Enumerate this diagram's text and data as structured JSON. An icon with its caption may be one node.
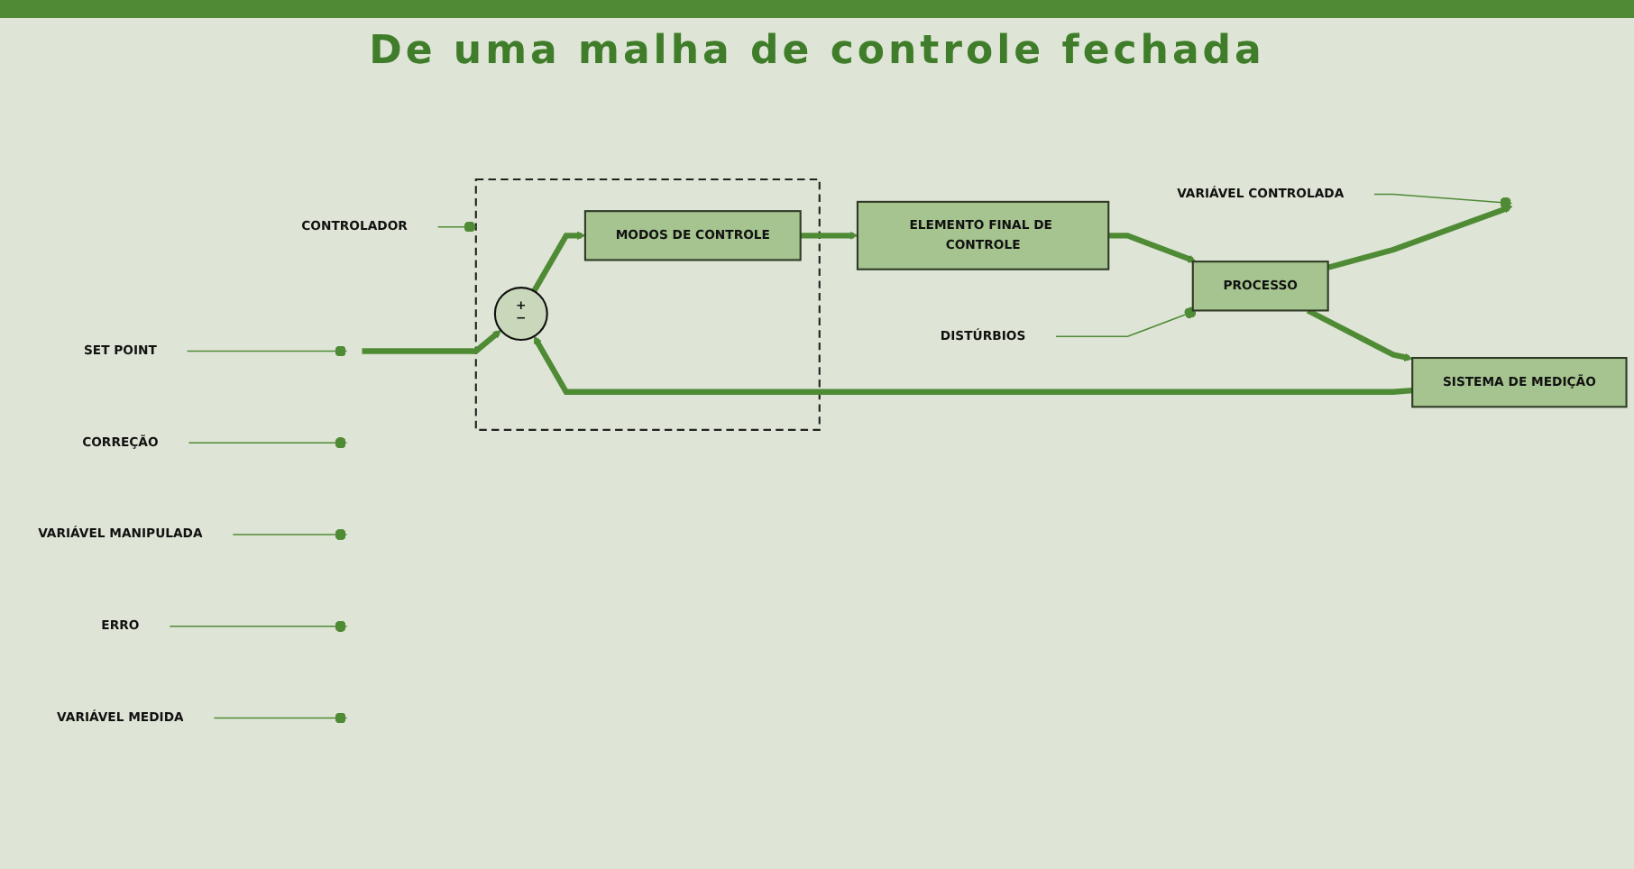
{
  "diagram": {
    "title": "De uma malha de controle fechada",
    "nodes": [
      {
        "text": [
          "SET POINT"
        ]
      },
      {
        "text": [
          "CONTROLADOR"
        ]
      },
      {
        "text": [
          "CORREÇÃO"
        ]
      },
      {
        "text": [
          "VARIÁVEL MANIPULADA"
        ]
      },
      {
        "text": [
          "VARIÁVEL CONTROLADA"
        ]
      },
      {
        "text": [],
        "shape": "box"
      },
      {
        "text": [
          "+",
          "−"
        ],
        "in": 5
      },
      {
        "text": [
          "MODOS DE CONTROLE"
        ],
        "in": 5
      },
      {
        "text": [
          "ELEMENTO FINAL DE CONTROLE"
        ]
      },
      {
        "text": [
          "PROCESSO"
        ]
      },
      {
        "text": [
          "ERRO"
        ]
      },
      {
        "text": [
          "DISTÚRBIOS"
        ]
      },
      {
        "text": [
          "SISTEMA DE MEDIÇÃO"
        ]
      },
      {
        "text": [
          "VARIÁVEL MEDIDA"
        ]
      }
    ],
    "edges": [
      {
        "from": null,
        "to": 6,
        "arrow": "to",
        "style": "thick"
      },
      {
        "from": 6,
        "to": 7,
        "arrow": "to",
        "style": "thick"
      },
      {
        "from": 7,
        "to": 8,
        "arrow": "to",
        "style": "thick"
      },
      {
        "from": 8,
        "to": 9,
        "arrow": "to",
        "style": "thick"
      },
      {
        "from": 9,
        "to": null,
        "arrow": "to",
        "style": "thick"
      },
      {
        "from": 9,
        "to": 12,
        "arrow": "to",
        "style": "thick"
      },
      {
        "from": 12,
        "to": 6,
        "arrow": "to",
        "style": "thick"
      },
      {
        "from": 0,
        "to": null,
        "arrow": "other"
      },
      {
        "from": 1,
        "to": 5,
        "arrow": "other"
      },
      {
        "from": 2,
        "to": null,
        "arrow": "other"
      },
      {
        "from": 3,
        "to": null,
        "arrow": "other"
      },
      {
        "from": 4,
        "to": null,
        "arrow": "other"
      },
      {
        "from": 10,
        "to": null,
        "arrow": "other"
      },
      {
        "from": 11,
        "to": 9,
        "arrow": "other"
      },
      {
        "from": 13,
        "to": null,
        "arrow": "other"
      }
    ]
  }
}
